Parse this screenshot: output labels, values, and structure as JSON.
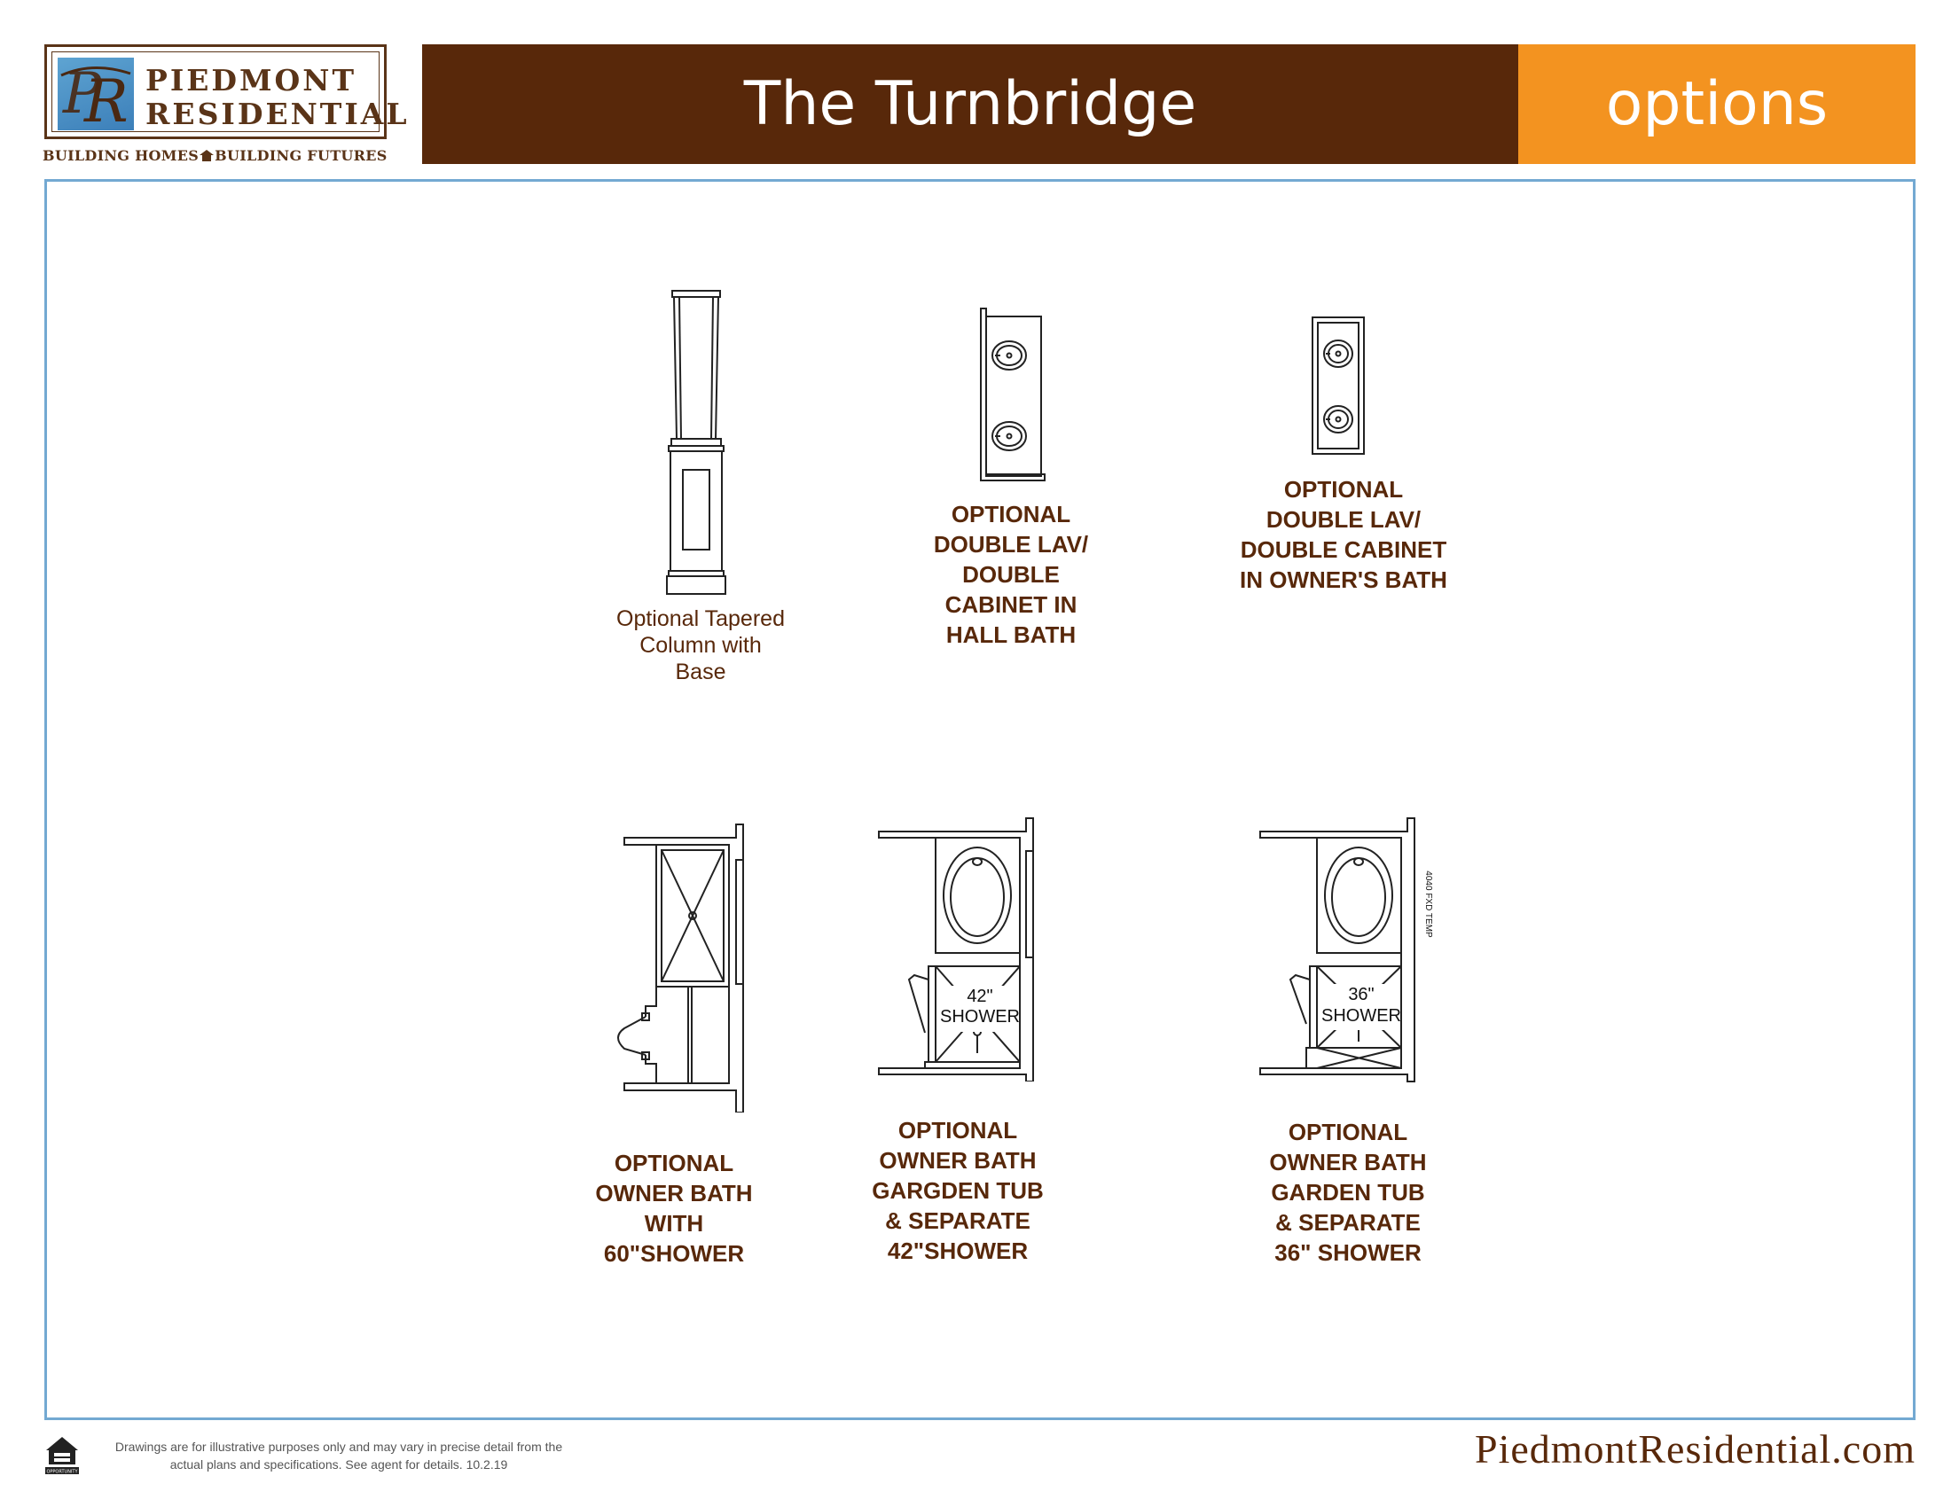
{
  "logo": {
    "name_line_1": "PIEDMONT",
    "name_line_2": "RESIDENTIAL",
    "tagline_left": "BUILDING HOMES",
    "tagline_right": "BUILDING FUTURES",
    "mark_icon": "pr-monogram-icon"
  },
  "header": {
    "title": "The Turnbridge",
    "section": "options"
  },
  "options": [
    {
      "id": "tapered-column",
      "lines": [
        "Optional Tapered",
        "Column with",
        "Base"
      ]
    },
    {
      "id": "double-lav-hall",
      "lines": [
        "OPTIONAL",
        "DOUBLE LAV/",
        "DOUBLE",
        "CABINET IN",
        "HALL BATH"
      ]
    },
    {
      "id": "double-lav-owner",
      "lines": [
        "OPTIONAL",
        "DOUBLE LAV/",
        "DOUBLE CABINET",
        "IN OWNER'S BATH"
      ]
    },
    {
      "id": "owner-bath-60-shower",
      "lines": [
        "OPTIONAL",
        "OWNER BATH",
        "WITH",
        "60\"SHOWER"
      ]
    },
    {
      "id": "owner-bath-tub-42",
      "lines": [
        "OPTIONAL",
        "OWNER BATH",
        "GARGDEN TUB",
        "& SEPARATE",
        "42\"SHOWER"
      ]
    },
    {
      "id": "owner-bath-tub-36",
      "lines": [
        "OPTIONAL",
        "OWNER BATH",
        "GARDEN TUB",
        "& SEPARATE",
        "36\" SHOWER"
      ]
    }
  ],
  "plan_labels": {
    "shower_42_size": "42\"",
    "shower_42_word": "SHOWER",
    "shower_36_size": "36\"",
    "shower_36_word": "SHOWER",
    "window_note": "4040 FXD TEMP"
  },
  "footer": {
    "disclaimer_line_1": "Drawings are for illustrative purposes only and may vary in precise detail from the",
    "disclaimer_line_2": "actual plans and specifications. See agent for details. 10.2.19",
    "website": "PiedmontResidential.com",
    "housing_icon": "equal-housing-opportunity-icon",
    "housing_icon_text": "OPPORTUNITY"
  },
  "colors": {
    "brand_brown": "#58280a",
    "brand_orange": "#f39320",
    "frame_blue": "#73a9d2",
    "logo_blue": "#3c7fb9"
  }
}
